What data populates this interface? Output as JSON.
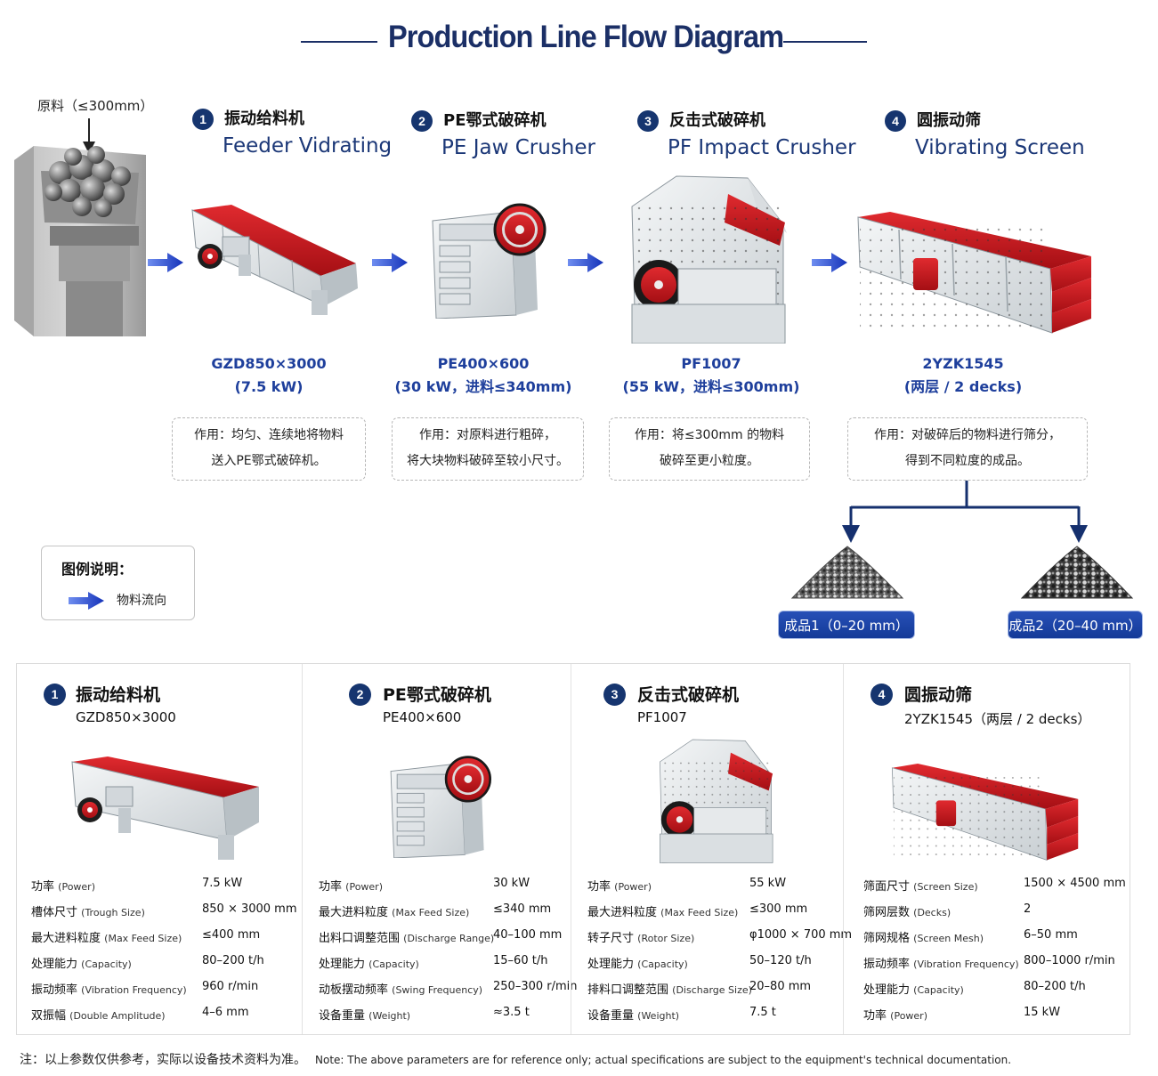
{
  "title": "Production Line Flow Diagram",
  "raw_material": "原料（≤300mm）",
  "steps": [
    {
      "num": "1",
      "cn": "振动给料机",
      "en": "Feeder Vidrating",
      "model": "GZD850×3000",
      "spec": "(7.5 kW)",
      "desc": [
        "作用：均匀、连续地将物料",
        "送入PE鄂式破碎机。"
      ]
    },
    {
      "num": "2",
      "cn": "PE鄂式破碎机",
      "en": "PE Jaw Crusher",
      "model": "PE400×600",
      "spec": "(30 kW，进料≤340mm)",
      "desc": [
        "作用：对原料进行粗碎，",
        "将大块物料破碎至较小尺寸。"
      ]
    },
    {
      "num": "3",
      "cn": "反击式破碎机",
      "en": "PF Impact Crusher",
      "model": "PF1007",
      "spec": "(55 kW，进料≤300mm)",
      "desc": [
        "作用：将≤300mm 的物料",
        "破碎至更小粒度。"
      ]
    },
    {
      "num": "4",
      "cn": "圆振动筛",
      "en": "Vibrating Screen",
      "model": "2YZK1545",
      "spec": "(两层 / 2 decks)",
      "desc": [
        "作用：对破碎后的物料进行筛分，",
        "得到不同粒度的成品。"
      ]
    }
  ],
  "legend": {
    "title": "图例说明：",
    "label": "物料流向"
  },
  "products": [
    "成品1（0–20 mm）",
    "成品2（20–40 mm）"
  ],
  "specs": [
    {
      "num": "1",
      "title": "振动给料机",
      "model": "GZD850×3000",
      "rows": [
        {
          "k": "功率",
          "ke": "(Power)",
          "v": "7.5 kW"
        },
        {
          "k": "槽体尺寸",
          "ke": "(Trough Size)",
          "v": "850 × 3000 mm"
        },
        {
          "k": "最大进料粒度",
          "ke": "(Max Feed Size)",
          "v": "≤400 mm"
        },
        {
          "k": "处理能力",
          "ke": "(Capacity)",
          "v": "80–200 t/h"
        },
        {
          "k": "振动频率",
          "ke": "(Vibration Frequency)",
          "v": "960 r/min"
        },
        {
          "k": "双振幅",
          "ke": "(Double Amplitude)",
          "v": "4–6 mm"
        }
      ]
    },
    {
      "num": "2",
      "title": "PE鄂式破碎机",
      "model": "PE400×600",
      "rows": [
        {
          "k": "功率",
          "ke": "(Power)",
          "v": "30 kW"
        },
        {
          "k": "最大进料粒度",
          "ke": "(Max Feed Size)",
          "v": "≤340 mm"
        },
        {
          "k": "出料口调整范围",
          "ke": "(Discharge Range)",
          "v": "40–100 mm"
        },
        {
          "k": "处理能力",
          "ke": "(Capacity)",
          "v": "15–60 t/h"
        },
        {
          "k": "动板摆动频率",
          "ke": "(Swing Frequency)",
          "v": "250–300 r/min"
        },
        {
          "k": "设备重量",
          "ke": "(Weight)",
          "v": "≈3.5 t"
        }
      ]
    },
    {
      "num": "3",
      "title": "反击式破碎机",
      "model": "PF1007",
      "rows": [
        {
          "k": "功率",
          "ke": "(Power)",
          "v": "55 kW"
        },
        {
          "k": "最大进料粒度",
          "ke": "(Max Feed Size)",
          "v": "≤300 mm"
        },
        {
          "k": "转子尺寸",
          "ke": "(Rotor Size)",
          "v": "φ1000 × 700 mm"
        },
        {
          "k": "处理能力",
          "ke": "(Capacity)",
          "v": "50–120 t/h"
        },
        {
          "k": "排料口调整范围",
          "ke": "(Discharge Size)",
          "v": "20–80 mm"
        },
        {
          "k": "设备重量",
          "ke": "(Weight)",
          "v": "7.5 t"
        }
      ]
    },
    {
      "num": "4",
      "title": "圆振动筛",
      "model": "2YZK1545（两层 / 2 decks）",
      "rows": [
        {
          "k": "筛面尺寸",
          "ke": "(Screen Size)",
          "v": "1500 × 4500 mm"
        },
        {
          "k": "筛网层数",
          "ke": "(Decks)",
          "v": "2"
        },
        {
          "k": "筛网规格",
          "ke": "(Screen Mesh)",
          "v": "6–50 mm"
        },
        {
          "k": "振动频率",
          "ke": "(Vibration Frequency)",
          "v": "800–1000 r/min"
        },
        {
          "k": "处理能力",
          "ke": "(Capacity)",
          "v": "80–200 t/h"
        },
        {
          "k": "功率",
          "ke": "(Power)",
          "v": "15 kW"
        }
      ]
    }
  ],
  "footnote": {
    "cn": "注：以上参数仅供参考，实际以设备技术资料为准。",
    "en": "Note: The above parameters are for reference only; actual specifications are subject to the equipment's technical documentation."
  },
  "colors": {
    "navy": "#16356f",
    "title": "#1b2f66",
    "model_blue": "#1e3f9c",
    "arrow_blue": "#1d3fc0",
    "machine_red": "#c4161c"
  }
}
